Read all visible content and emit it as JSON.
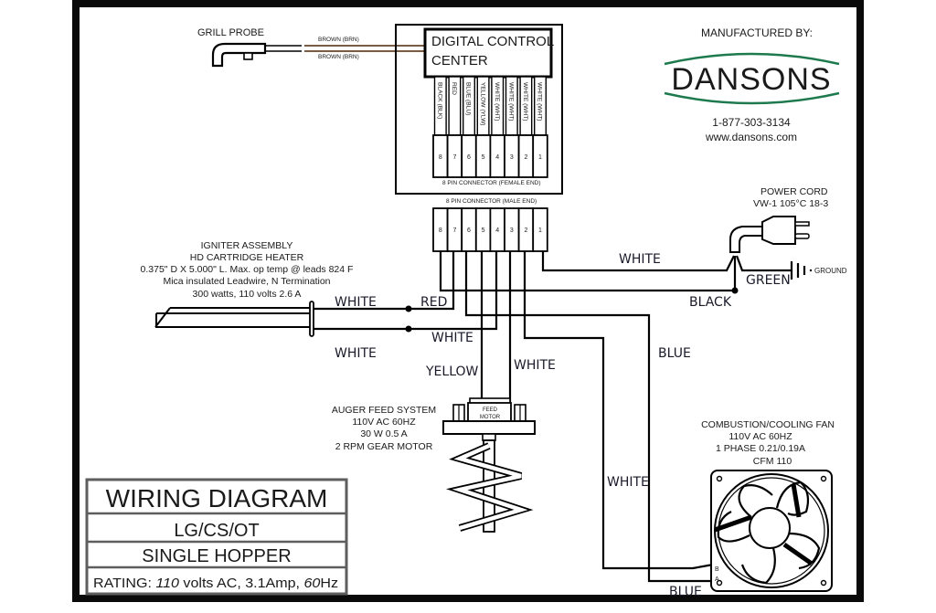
{
  "frame": {
    "border_color": "#0a0a0a"
  },
  "grill_probe": {
    "title": "GRILL PROBE",
    "wire_top": "BROWN (BRN)",
    "wire_bottom": "BROWN (BRN)",
    "wire_color": "#7a5c45"
  },
  "control_center": {
    "title_line1": "DIGITAL CONTROL",
    "title_line2": "CENTER",
    "wire_labels": [
      "BLACK (BLK)",
      "RED",
      "BLUE (BLU)",
      "YELLOW (YLW)",
      "WHITE (WHT)",
      "WHITE (WHT)",
      "WHITE (WHT)",
      "WHITE (WHT)"
    ],
    "female_connector_label": "8 PIN CONNECTOR (FEMALE END)",
    "male_connector_label": "8 PIN CONNECTOR (MALE END)",
    "pins": [
      "8",
      "7",
      "6",
      "5",
      "4",
      "3",
      "2",
      "1"
    ]
  },
  "manufacturer": {
    "heading": "MANUFACTURED BY:",
    "brand": "DANSONS",
    "phone": "1-877-303-3134",
    "website": "www.dansons.com",
    "brand_accent": "#1e7a4e"
  },
  "power_cord": {
    "title": "POWER CORD",
    "spec": "VW-1 105°C 18-3",
    "ground_label": "GROUND",
    "green_label": "GREEN",
    "black_label": "BLACK",
    "white_label": "WHITE"
  },
  "igniter": {
    "lines": [
      "IGNITER ASSEMBLY",
      "HD CARTRIDGE HEATER",
      "0.375\" D X 5.000\" L. Max. op temp @ leads 824 F",
      "Mica insulated Leadwire, N Termination",
      "300 watts, 110 volts  2.6 A"
    ],
    "wire_top": "WHITE",
    "wire_bottom": "WHITE",
    "red_label": "RED",
    "white_label": "WHITE"
  },
  "auger": {
    "lines": [
      "AUGER FEED SYSTEM",
      "110V AC   60HZ",
      "30 W    0.5 A",
      "2 RPM GEAR MOTOR"
    ],
    "motor_line1": "FEED",
    "motor_line2": "MOTOR",
    "yellow_label": "YELLOW",
    "white_label": "WHITE"
  },
  "fan": {
    "lines": [
      "COMBUSTION/COOLING FAN",
      "110V AC   60HZ",
      "1 PHASE   0.21/0.19A",
      "CFM 110"
    ],
    "terminal_b": "B",
    "terminal_a": "A",
    "blue_label_upper": "BLUE",
    "blue_label_lower": "BLUE",
    "white_label": "WHITE"
  },
  "title_block": {
    "title": "WIRING DIAGRAM",
    "model": "LG/CS/OT",
    "variant": "SINGLE HOPPER",
    "rating_prefix": "RATING: ",
    "rating_volts": "110",
    "rating_rest": " volts  AC, 3.1Amp, ",
    "rating_hz": "60",
    "rating_hz_unit": "Hz"
  }
}
